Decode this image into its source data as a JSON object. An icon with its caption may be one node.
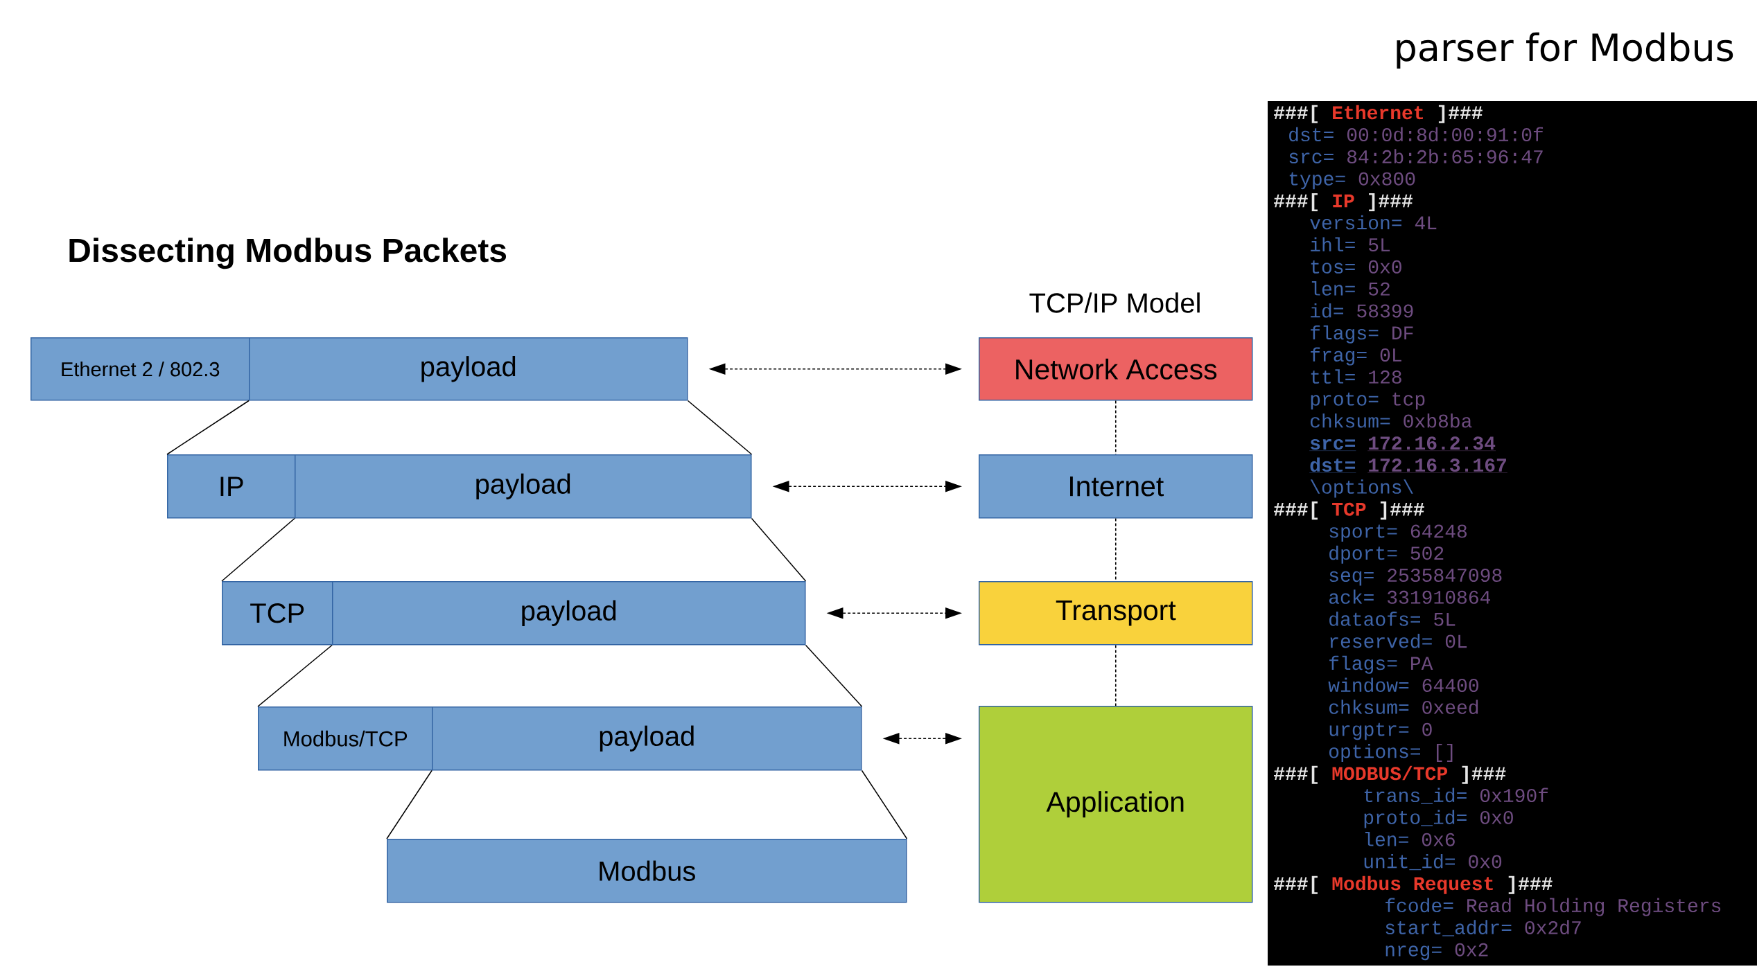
{
  "diagram": {
    "title": "Dissecting Modbus Packets",
    "nodes": [
      {
        "text": [
          "Ethernet  2 / 802.3"
        ]
      },
      {
        "text": [
          "payload"
        ]
      },
      {
        "text": [
          "IP"
        ]
      },
      {
        "text": [
          "payload"
        ]
      },
      {
        "text": [
          "TCP"
        ]
      },
      {
        "text": [
          "payload"
        ]
      },
      {
        "text": [
          "Modbus/TCP"
        ]
      },
      {
        "text": [
          "payload"
        ]
      },
      {
        "text": [
          "Modbus"
        ]
      },
      {
        "text": [
          "Network Access"
        ]
      },
      {
        "text": [
          "Internet"
        ]
      },
      {
        "text": [
          "Transport"
        ]
      },
      {
        "text": [
          "Application"
        ]
      }
    ],
    "edges": [
      {
        "from": 1,
        "to": 9,
        "arrow": "both",
        "style": "dashed"
      },
      {
        "from": 3,
        "to": 10,
        "arrow": "both",
        "style": "dashed"
      },
      {
        "from": 5,
        "to": 11,
        "arrow": "both",
        "style": "dashed"
      },
      {
        "from": 7,
        "to": 12,
        "arrow": "both",
        "style": "dashed"
      },
      {
        "from": 9,
        "to": 10,
        "arrow": "none",
        "style": "dashed"
      },
      {
        "from": 10,
        "to": 11,
        "arrow": "none",
        "style": "dashed"
      },
      {
        "from": 11,
        "to": 12,
        "arrow": "none",
        "style": "dashed"
      },
      {
        "from": 1,
        "to": 2,
        "arrow": "none"
      },
      {
        "from": 1,
        "to": 3,
        "arrow": "none"
      },
      {
        "from": 3,
        "to": 4,
        "arrow": "none"
      },
      {
        "from": 3,
        "to": 5,
        "arrow": "none"
      },
      {
        "from": 5,
        "to": 6,
        "arrow": "none"
      },
      {
        "from": 5,
        "to": 7,
        "arrow": "none"
      },
      {
        "from": 7,
        "to": 8,
        "arrow": "none"
      },
      {
        "from": 7,
        "to": 8,
        "arrow": "none"
      }
    ],
    "labels": [
      "parser for Modbus",
      "TCP/IP Model",
      "###[",
      "Ethernet",
      "]###",
      "dst=",
      "00:0d:8d:00:91:0f",
      "src=",
      "84:2b:2b:65:96:47",
      "type=",
      "0x800",
      "###[",
      "IP",
      "]###",
      "version=",
      "4L",
      "ihl=",
      "5L",
      "tos=",
      "0x0",
      "len=",
      "52",
      "id=",
      "58399",
      "flags=",
      "DF",
      "frag=",
      "0L",
      "ttl=",
      "128",
      "proto=",
      "tcp",
      "chksum=",
      "0xb8ba",
      "src=",
      "172.16.2.34",
      "dst=",
      "172.16.3.167",
      "\\options\\",
      "###[",
      "TCP",
      "]###",
      "sport=",
      "64248",
      "dport=",
      "502",
      "seq=",
      "2535847098",
      "ack=",
      "331910864",
      "dataofs=",
      "5L",
      "reserved=",
      "0L",
      "flags=",
      "PA",
      "window=",
      "64400",
      "chksum=",
      "0xeed",
      "urgptr=",
      "0",
      "options=",
      "[]",
      "###[",
      "MODBUS/TCP",
      "]###",
      "trans_id=",
      "0x190f",
      "proto_id=",
      "0x0",
      "len=",
      "0x6",
      "unit_id=",
      "0x0",
      "###[",
      "Modbus Request",
      "]###",
      "fcode=",
      "Read Holding Registers",
      "start_addr=",
      "0x2d7",
      "nreg=",
      "0x2"
    ]
  }
}
